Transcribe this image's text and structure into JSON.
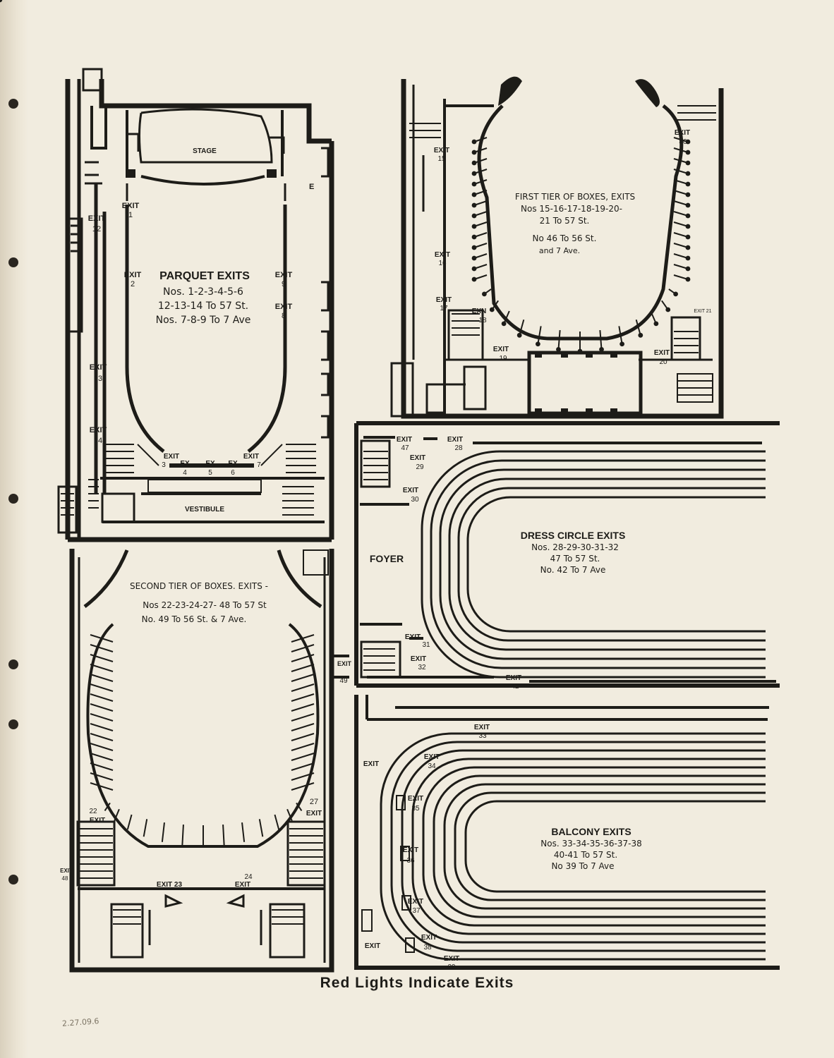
{
  "caption": "Red Lights Indicate Exits",
  "handwritten_note": "2.27.09.6",
  "parquet": {
    "stage": "STAGE",
    "title": "PARQUET EXITS",
    "lines": [
      "Nos. 1-2-3-4-5-6",
      "12-13-14 To 57 St.",
      "Nos. 7-8-9 To 7 Ave"
    ],
    "vestibule": "VESTIBULE",
    "exits": {
      "e1": "1",
      "e2": "2",
      "e3": "3",
      "e4": "4",
      "e5": "5",
      "e6": "6",
      "e7": "7",
      "e8": "8",
      "e9": "9",
      "e12": "12",
      "e13": "13",
      "e14": "14"
    },
    "exit_word": "EXIT",
    "ex_word": "EX",
    "stair_e": "E"
  },
  "first_tier": {
    "title": "FIRST TIER OF BOXES, EXITS",
    "lines": [
      "Nos 15-16-17-18-19-20-",
      "21 To 57 St.",
      "No 46 To 56 St.",
      "and 7 Ave."
    ],
    "exits": {
      "e15": "15",
      "e16": "16",
      "e17": "17",
      "e18": "18",
      "e19": "19",
      "e20": "20",
      "e46": "46"
    },
    "exit_word": "EXIT",
    "exn_word": "EXN",
    "corner": "EXIT 21"
  },
  "second_tier": {
    "title": "SECOND TIER OF BOXES. EXITS -",
    "lines": [
      "Nos 22-23-24-27- 48 To 57 St",
      "No. 49 To 56 St. & 7 Ave."
    ],
    "exits": {
      "e22": "22",
      "e23": "EXIT 23",
      "e24": "24",
      "e27": "27",
      "e48": "48",
      "e49": "49"
    },
    "exit_word": "EXIT",
    "exit_short": "EXIT"
  },
  "dress_circle": {
    "foyer": "FOYER",
    "title": "DRESS CIRCLE EXITS",
    "lines": [
      "Nos. 28-29-30-31-32",
      "47 To 57 St.",
      "No. 42 To 7 Ave"
    ],
    "exits": {
      "e28": "28",
      "e29": "29",
      "e30": "30",
      "e31": "31",
      "e32": "32",
      "e42": "42",
      "e47": "47"
    },
    "exit_word": "EXIT"
  },
  "balcony": {
    "title": "BALCONY EXITS",
    "lines": [
      "Nos. 33-34-35-36-37-38",
      "40-41 To 57 St.",
      "No 39 To 7 Ave"
    ],
    "exits": {
      "e33": "33",
      "e34": "34",
      "e35": "35",
      "e36": "36",
      "e37": "37",
      "e38": "38",
      "e39": "39"
    },
    "exit_word": "EXIT"
  }
}
